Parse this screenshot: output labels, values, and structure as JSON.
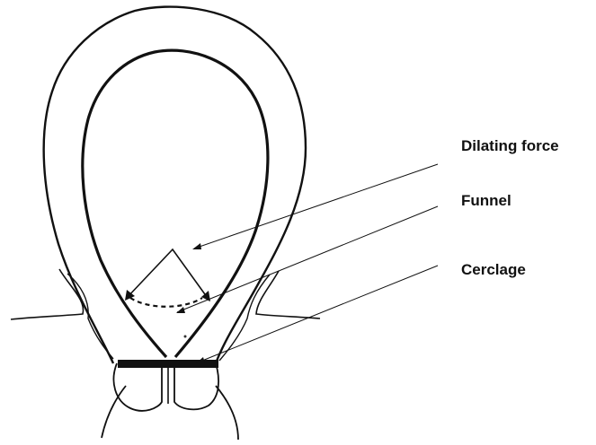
{
  "labels": {
    "dilating_force": "Dilating force",
    "funnel": "Funnel",
    "cerclage": "Cerclage"
  },
  "colors": {
    "ink": "#111111",
    "background": "#ffffff"
  }
}
